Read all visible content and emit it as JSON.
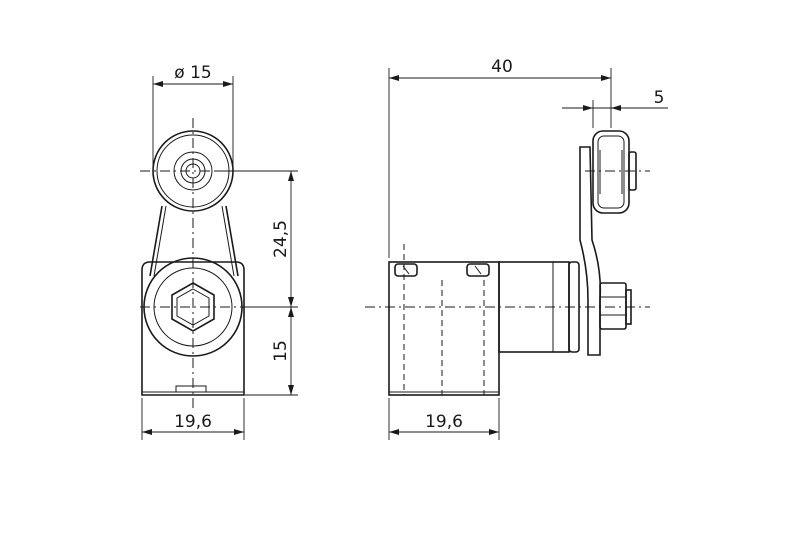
{
  "dimensions": {
    "front_roller_diameter": "ø 15",
    "front_roller_to_pivot": "24,5",
    "front_pivot_to_base": "15",
    "front_body_width": "19,6",
    "side_total_length": "40",
    "side_roller_width": "5",
    "side_body_width": "19,6"
  }
}
